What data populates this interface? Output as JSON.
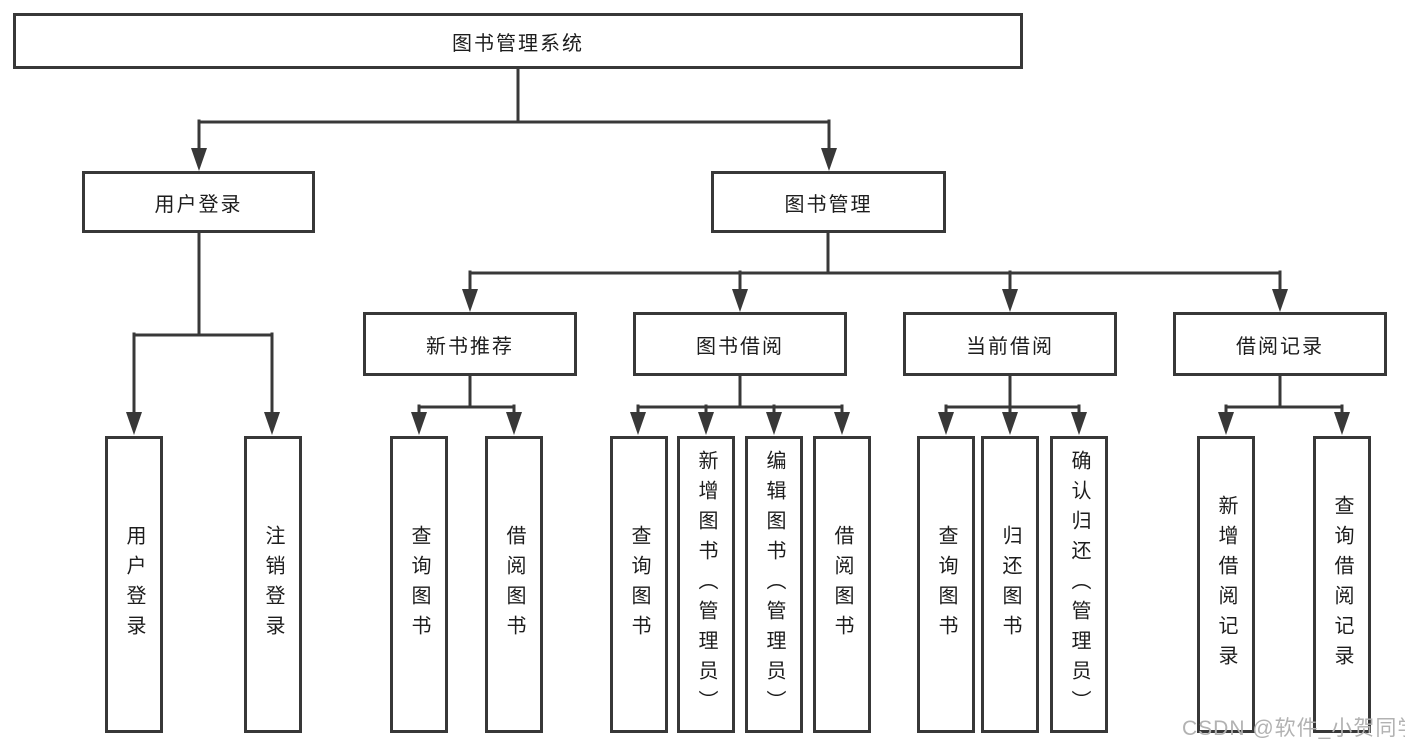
{
  "tree": {
    "root": "图书管理系统",
    "level2": [
      {
        "label": "用户登录",
        "children": [
          "用户登录",
          "注销登录"
        ]
      },
      {
        "label": "图书管理",
        "sections": [
          {
            "label": "新书推荐",
            "children": [
              "查询图书",
              "借阅图书"
            ]
          },
          {
            "label": "图书借阅",
            "children": [
              "查询图书",
              "新增图书（管理员）",
              "编辑图书（管理员）",
              "借阅图书"
            ]
          },
          {
            "label": "当前借阅",
            "children": [
              "查询图书",
              "归还图书",
              "确认归还（管理员）"
            ]
          },
          {
            "label": "借阅记录",
            "children": [
              "新增借阅记录",
              "查询借阅记录"
            ]
          }
        ]
      }
    ]
  },
  "watermark": {
    "text": "CSDN @软件_小贺同学"
  },
  "colors": {
    "line": "#383838",
    "border": "#383838",
    "text": "#1d1d1d",
    "background": "#ffffff",
    "watermark": "#b2b2b2"
  }
}
